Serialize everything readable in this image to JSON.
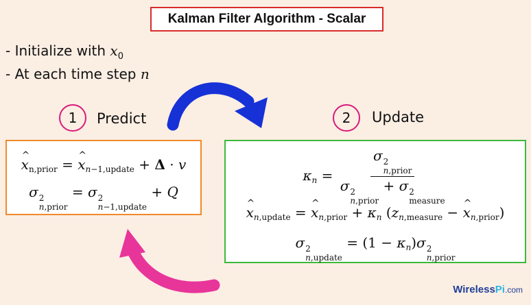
{
  "title": "Kalman Filter Algorithm - Scalar",
  "bullets": {
    "init_prefix": "- Initialize with ",
    "init_var": "x",
    "init_sub": "0",
    "step_prefix": "- At each time step ",
    "step_var": "n"
  },
  "predict": {
    "number": "1",
    "label": "Predict"
  },
  "update": {
    "number": "2",
    "label": "Update"
  },
  "watermark": {
    "part1": "Wireless",
    "part2": "Pi",
    "part3": ".com"
  },
  "colors": {
    "background": "#fbeee3",
    "title_border": "#d92b2b",
    "predict_border": "#f0892a",
    "update_border": "#3cb93c",
    "circle_border": "#d81b7a",
    "arrow_top": "#1632d6",
    "arrow_bottom": "#e8359a"
  }
}
